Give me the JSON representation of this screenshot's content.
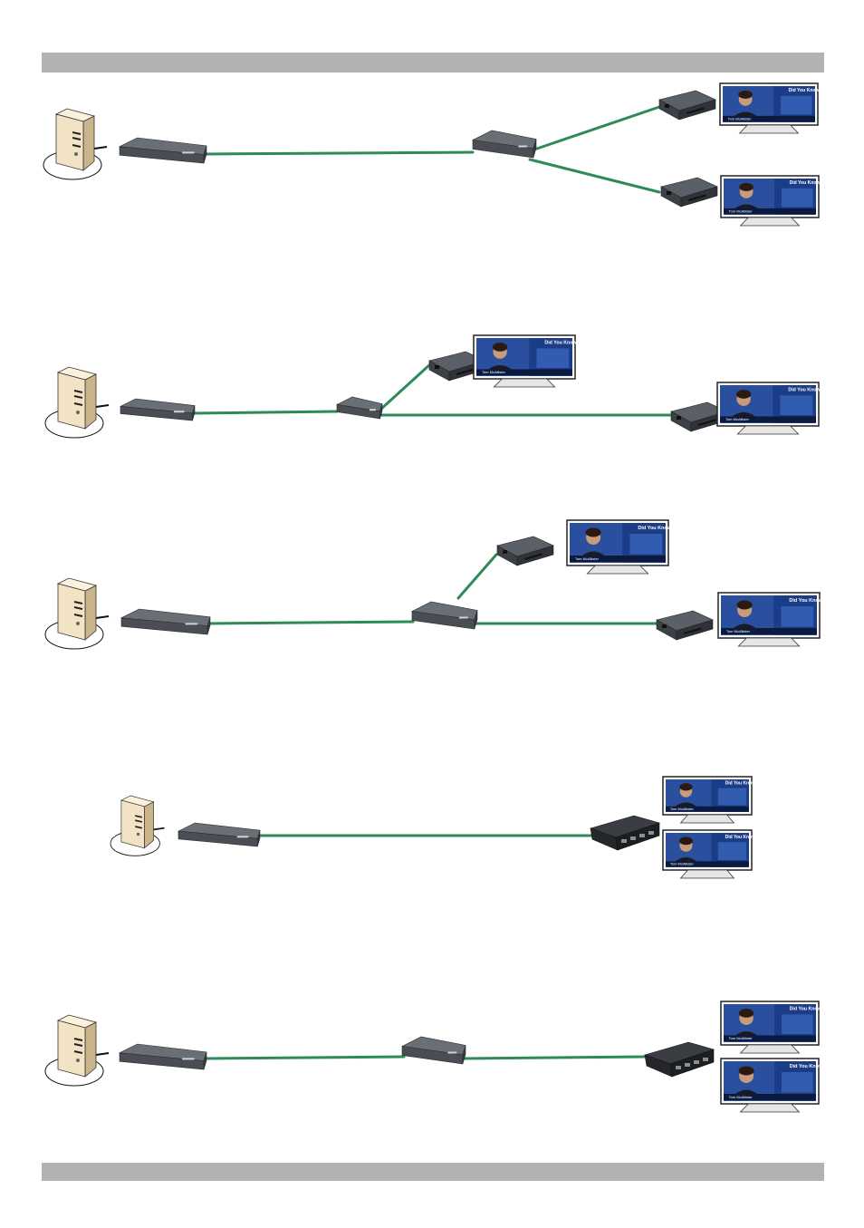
{
  "colors": {
    "header_bar": "#b2b2b2",
    "cable": "#2e8b57",
    "device_body": "#4a4e54",
    "server_body": "#f2e3c4",
    "screen_bg": "#1b3c86",
    "screen_frame": "#222222"
  },
  "icons": {
    "server": "server-tower-icon",
    "transmitter": "network-transmitter-icon",
    "splitter": "network-splitter-icon",
    "receiver": "network-receiver-icon",
    "dual_receiver": "dual-head-receiver-icon",
    "display": "flat-screen-display-icon"
  },
  "display_content": {
    "headline": "Did You Know?",
    "name": "Tom McAllister"
  },
  "topologies": [
    {
      "id": "1",
      "transmitter": true,
      "splitter": true,
      "receivers": 2,
      "displays": 2
    },
    {
      "id": "2",
      "transmitter": true,
      "splitter": true,
      "receivers": 2,
      "displays": 2
    },
    {
      "id": "3",
      "transmitter": true,
      "splitter": true,
      "receivers": 2,
      "displays": 2
    },
    {
      "id": "4",
      "transmitter": true,
      "splitter": false,
      "dual_receiver": true,
      "displays": 2
    },
    {
      "id": "5",
      "transmitter": true,
      "splitter": true,
      "dual_receiver": true,
      "displays": 2
    }
  ]
}
